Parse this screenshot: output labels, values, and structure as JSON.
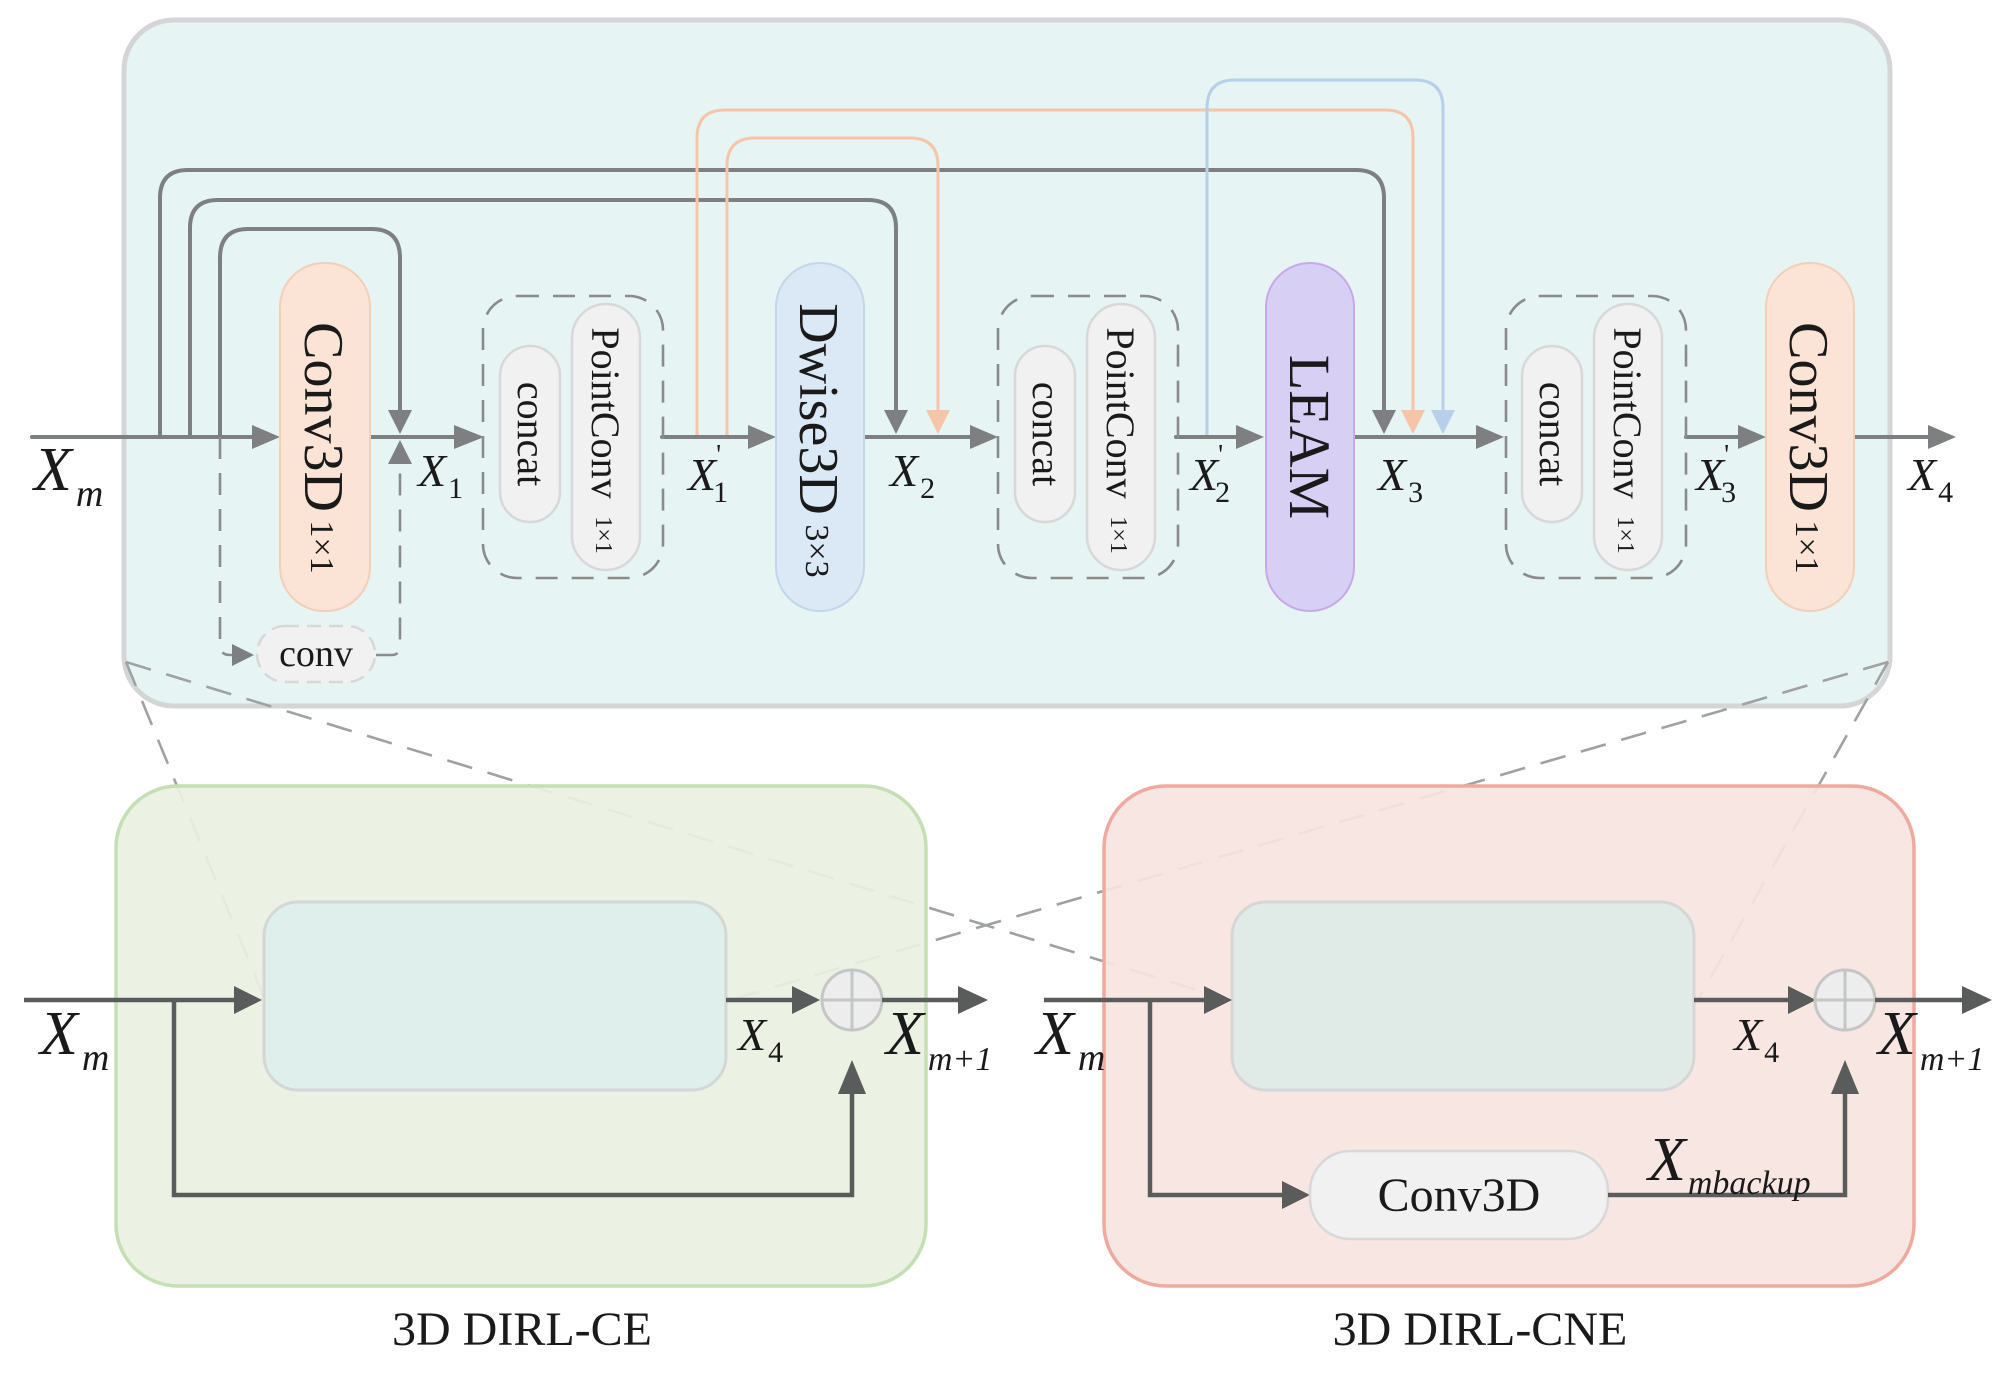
{
  "colors": {
    "top_panel_fill": "#e6f4f3",
    "top_panel_border": "#d3d5d6",
    "conv3d_fill": "#fbe4d5",
    "conv3d_border": "#f3cfb8",
    "dwise_fill": "#dbe8f6",
    "dwise_border": "#c3d6ea",
    "leam_fill": "#d8cff4",
    "leam_border": "#c8a8ea",
    "pill_fill": "#f1f1f1",
    "pill_border": "#d7d8d8",
    "ce_panel_fill": "#e9f1e2",
    "ce_panel_border": "#c4dfb4",
    "cne_panel_fill": "#f7e4e0",
    "cne_panel_border": "#efaaa0",
    "inner_block_fill": "#deefec",
    "cne_inner_block_fill": "#e0ebe8",
    "skip_orange": "#f6c5a8",
    "skip_blue": "#b5d0e8",
    "arrow_gray": "#7d7f80",
    "arrow_dark": "#5a5c5c"
  },
  "top_block": {
    "input": {
      "base": "X",
      "sub": "m"
    },
    "conv3d_in": {
      "name": "Conv3D",
      "kernel": "1×1"
    },
    "conv_branch": "conv",
    "x1": {
      "base": "X",
      "sub": "1"
    },
    "fusion1": {
      "concat": "concat",
      "pointconv": "PointConv",
      "kernel": "1×1"
    },
    "x1p": {
      "base": "X",
      "prime": "'",
      "sub": "1"
    },
    "dwise": {
      "name": "Dwise3D",
      "kernel": "3×3"
    },
    "x2": {
      "base": "X",
      "sub": "2"
    },
    "fusion2": {
      "concat": "concat",
      "pointconv": "PointConv",
      "kernel": "1×1"
    },
    "x2p": {
      "base": "X",
      "prime": "'",
      "sub": "2"
    },
    "leam": {
      "name": "LEAM"
    },
    "x3": {
      "base": "X",
      "sub": "3"
    },
    "fusion3": {
      "concat": "concat",
      "pointconv": "PointConv",
      "kernel": "1×1"
    },
    "x3p": {
      "base": "X",
      "prime": "'",
      "sub": "3"
    },
    "conv3d_out": {
      "name": "Conv3D",
      "kernel": "1×1"
    },
    "output": {
      "base": "X",
      "sub": "4"
    }
  },
  "ce_block": {
    "title": "3D DIRL-CE",
    "input": {
      "base": "X",
      "sub": "m"
    },
    "x4": {
      "base": "X",
      "sub": "4"
    },
    "output": {
      "base": "X",
      "sub": "m+1"
    },
    "sum_icon": "circle-plus"
  },
  "cne_block": {
    "title": "3D DIRL-CNE",
    "input": {
      "base": "X",
      "sub": "m"
    },
    "x4": {
      "base": "X",
      "sub": "4"
    },
    "output": {
      "base": "X",
      "sub": "m+1"
    },
    "conv3d": "Conv3D",
    "backup": {
      "base": "X",
      "sub": "mbackup"
    },
    "sum_icon": "circle-plus"
  }
}
